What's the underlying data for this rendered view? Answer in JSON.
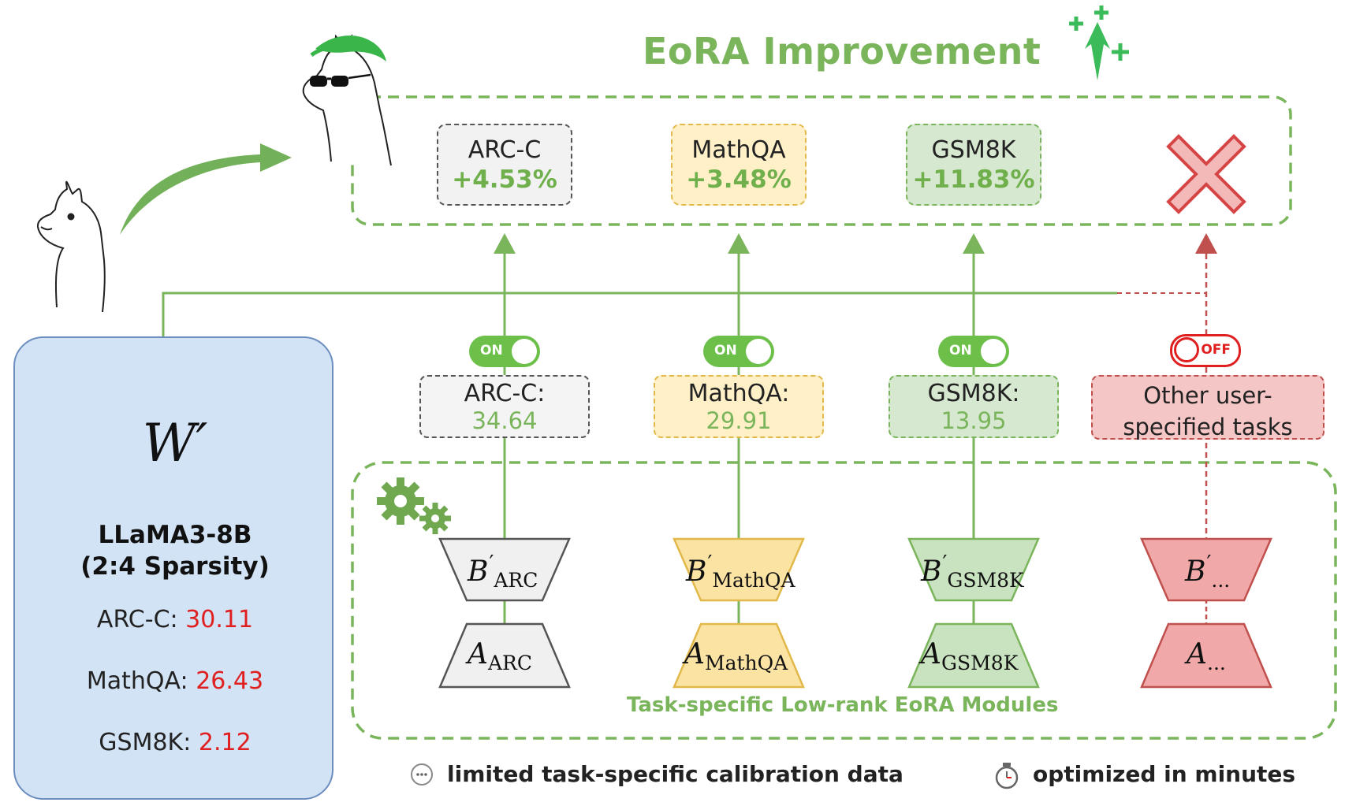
{
  "title": "EoRA Improvement",
  "improvements": [
    {
      "task": "ARC-C",
      "delta": "+4.53%"
    },
    {
      "task": "MathQA",
      "delta": "+3.48%"
    },
    {
      "task": "GSM8K",
      "delta": "+11.83%"
    }
  ],
  "toggles": {
    "on_label": "ON",
    "off_label": "OFF"
  },
  "tasks": [
    {
      "name": "ARC-C:",
      "score": "34.64"
    },
    {
      "name": "MathQA:",
      "score": "29.91"
    },
    {
      "name": "GSM8K:",
      "score": "13.95"
    },
    {
      "name": "Other user-specified tasks"
    }
  ],
  "modules": [
    {
      "b_base": "B",
      "b_sub": "ARC",
      "a_base": "A",
      "a_sub": "ARC"
    },
    {
      "b_base": "B",
      "b_sub": "MathQA",
      "a_base": "A",
      "a_sub": "MathQA"
    },
    {
      "b_base": "B",
      "b_sub": "GSM8K",
      "a_base": "A",
      "a_sub": "GSM8K"
    },
    {
      "b_base": "B",
      "b_sub": "...",
      "a_base": "A",
      "a_sub": "..."
    }
  ],
  "modules_label": "Task-specific Low-rank EoRA Modules",
  "model": {
    "weight_symbol": "W′",
    "name_line1": "LLaMA3-8B",
    "name_line2": "(2:4 Sparsity)",
    "scores": [
      {
        "label": "ARC-C:",
        "value": "30.11"
      },
      {
        "label": "MathQA:",
        "value": "26.43"
      },
      {
        "label": "GSM8K:",
        "value": "2.12"
      }
    ]
  },
  "footer": {
    "calibration": "limited task-specific calibration data",
    "time": "optimized in minutes"
  },
  "colors": {
    "green": "#7ab55c",
    "red": "#c0504d",
    "yellow_fill": "#fff0c8",
    "blue_fill": "#d3e3f6"
  }
}
